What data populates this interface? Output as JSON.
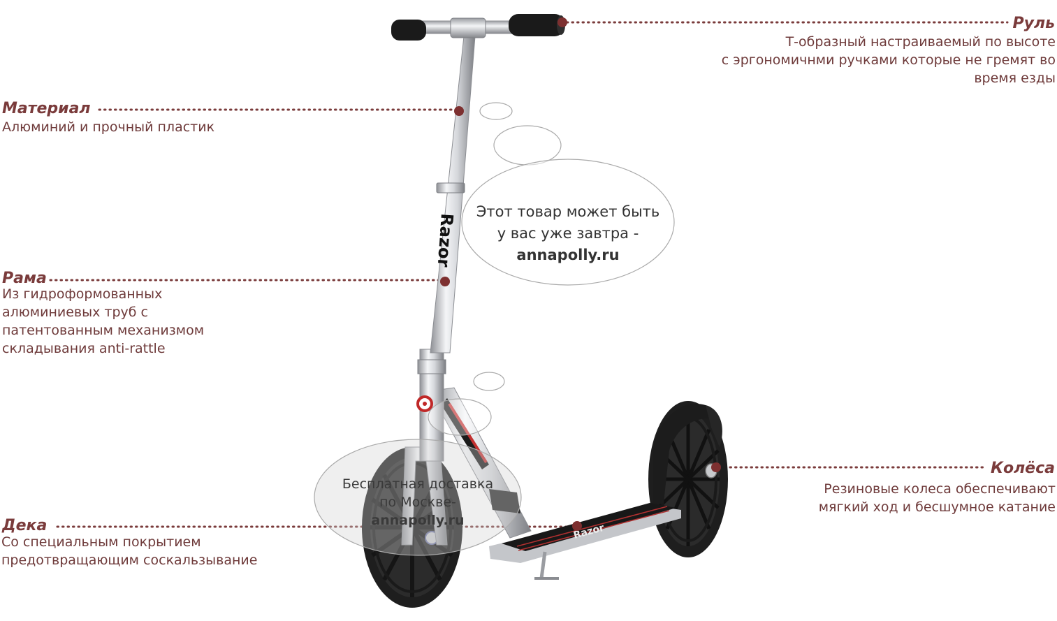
{
  "callouts": {
    "handlebar": {
      "title": "Руль",
      "lines": [
        "Т-образный настраиваемый по высоте",
        "с эргономичнми ручками которые не гремят во",
        "время езды"
      ]
    },
    "material": {
      "title": "Материал",
      "lines": [
        "Алюминий и прочный пластик"
      ]
    },
    "frame": {
      "title": "Рама",
      "lines": [
        "Из гидроформованных",
        "алюминиевых труб с",
        "патентованным механизмом",
        "складывания anti-rattle"
      ]
    },
    "wheels": {
      "title": "Колёса",
      "lines": [
        "Резиновые колеса обеспечивают",
        "мягкий ход и бесшумное катание"
      ]
    },
    "deck": {
      "title": "Дека",
      "lines": [
        "Со специальным покрытием",
        "предотвращающим соскальзывание"
      ]
    }
  },
  "bubbles": {
    "upper": {
      "line1": "Этот товар может быть",
      "line2": "у вас уже завтра -",
      "site": "annapolly.ru"
    },
    "lower": {
      "line1": "Бесплатная доставка",
      "line2": "по Москве-",
      "site": "annapolly.ru"
    }
  },
  "scooter": {
    "brand_stem": "Razor",
    "brand_deck": "Razor"
  },
  "colors": {
    "accent": "#7a3b3b",
    "dot": "#7d3030",
    "text": "#6e3a3a"
  }
}
